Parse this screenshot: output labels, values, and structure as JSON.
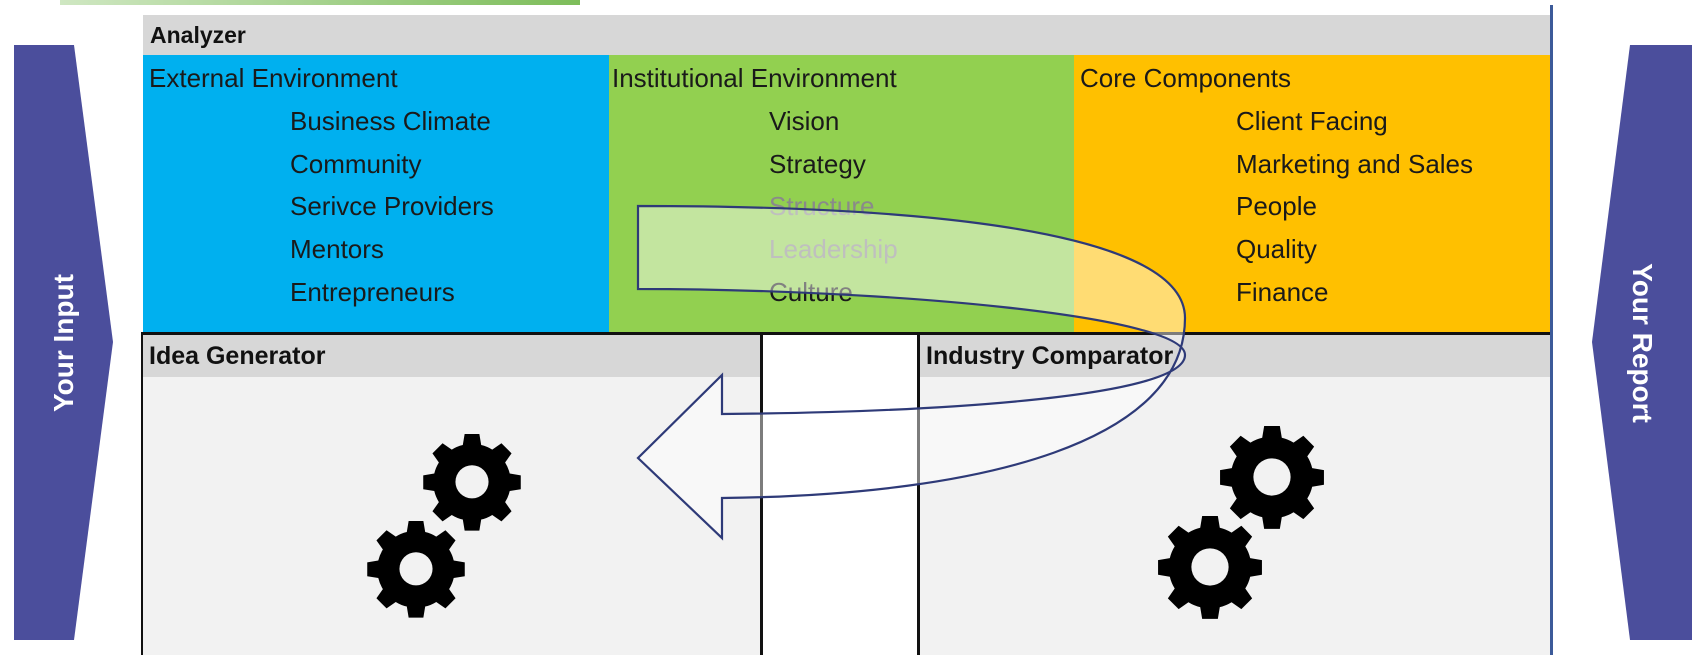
{
  "side_tabs": {
    "input_label": "Your Input",
    "report_label": "Your Report",
    "color": "#4b4e9c"
  },
  "analyzer": {
    "title": "Analyzer",
    "columns": [
      {
        "title": "External Environment",
        "color": "#00b0ef",
        "items": [
          "Business Climate",
          "Community",
          "Serivce Providers",
          "Mentors",
          "Entrepreneurs"
        ]
      },
      {
        "title": "Institutional Environment",
        "color": "#92d050",
        "items": [
          "Vision",
          "Strategy",
          "Structure",
          "Leadership",
          "Culture"
        ]
      },
      {
        "title": "Core Components",
        "color": "#ffc000",
        "items": [
          "Client Facing",
          "Marketing and Sales",
          "People",
          "Quality",
          "Finance"
        ]
      }
    ]
  },
  "idea_generator": {
    "title": "Idea Generator",
    "icon": "gears-icon"
  },
  "industry_comparator": {
    "title": "Industry Comparator",
    "icon": "gears-icon"
  },
  "flow_arrow": {
    "icon": "u-turn-arrow-icon",
    "stroke_color": "#2e3a78"
  }
}
